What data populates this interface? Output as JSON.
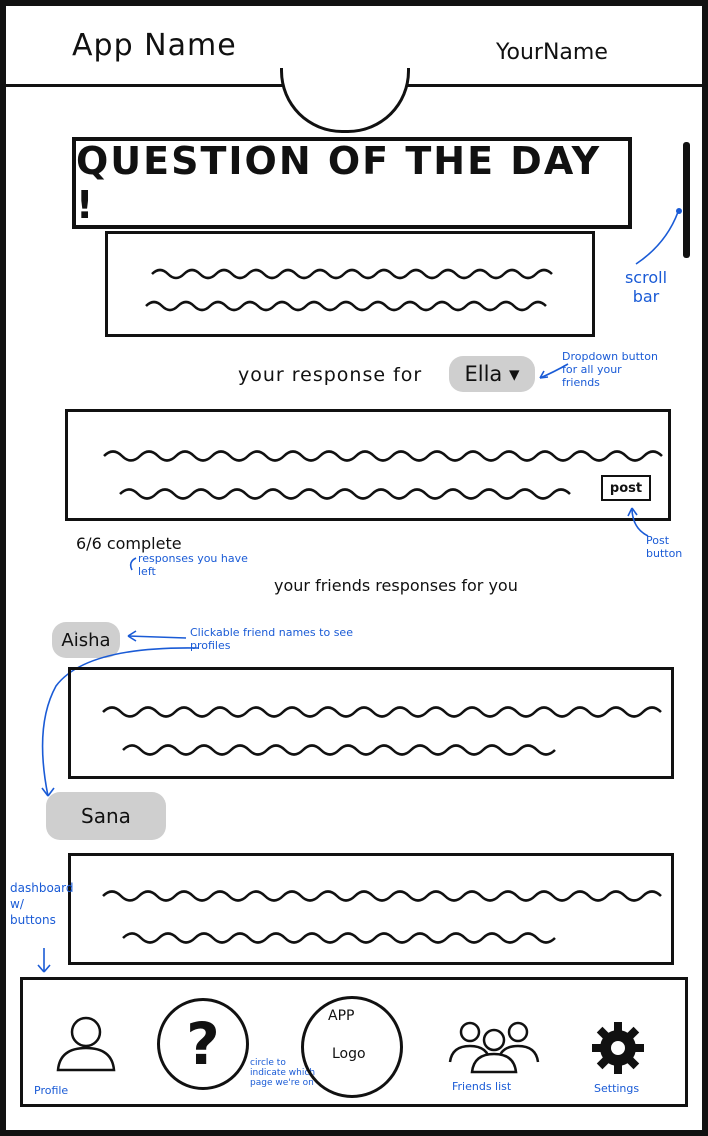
{
  "header": {
    "app_name": "App Name",
    "user_name": "YourName"
  },
  "question": {
    "title": "QUESTION OF THE DAY !"
  },
  "response": {
    "label": "your response for",
    "friend_selected": "Ella ▾",
    "post_label": "post",
    "complete_label": "6/6 complete"
  },
  "friends": {
    "label": "your friends responses for you",
    "items": [
      {
        "name": "Aisha"
      },
      {
        "name": "Sana"
      }
    ]
  },
  "dashboard": {
    "logo_top": "APP",
    "logo_bottom": "Logo"
  },
  "annotations": {
    "scroll_bar": "scroll bar",
    "dropdown": "Dropdown button for all your friends",
    "post_button": "Post button",
    "responses_left": "responses you have left",
    "clickable": "Clickable friend names to see profiles",
    "dashboard": "dashboard w/ buttons",
    "circle": "circle to indicate which page we're on",
    "profile": "Profile",
    "friends_list": "Friends list",
    "settings": "Settings"
  },
  "colors": {
    "ink": "#111111",
    "chip": "#cfcfcf",
    "annotation": "#1a5bd6"
  }
}
